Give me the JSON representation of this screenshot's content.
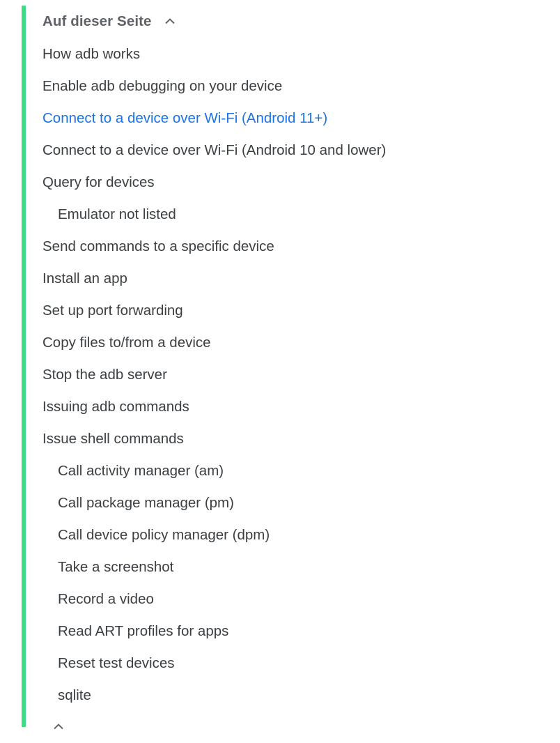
{
  "toc": {
    "header": {
      "title": "Auf dieser Seite",
      "collapse_icon": "chevron-up-icon"
    },
    "accent_color": "#3ddc84",
    "link_color": "#1a73e8",
    "text_color": "#3c4043",
    "header_color": "#5f6368",
    "items": [
      {
        "label": "How adb works",
        "level": 1,
        "active": false
      },
      {
        "label": "Enable adb debugging on your device",
        "level": 1,
        "active": false
      },
      {
        "label": "Connect to a device over Wi-Fi (Android 11+)",
        "level": 1,
        "active": true
      },
      {
        "label": "Connect to a device over Wi-Fi (Android 10 and lower)",
        "level": 1,
        "active": false
      },
      {
        "label": "Query for devices",
        "level": 1,
        "active": false
      },
      {
        "label": "Emulator not listed",
        "level": 2,
        "active": false
      },
      {
        "label": "Send commands to a specific device",
        "level": 1,
        "active": false
      },
      {
        "label": "Install an app",
        "level": 1,
        "active": false
      },
      {
        "label": "Set up port forwarding",
        "level": 1,
        "active": false
      },
      {
        "label": "Copy files to/from a device",
        "level": 1,
        "active": false
      },
      {
        "label": "Stop the adb server",
        "level": 1,
        "active": false
      },
      {
        "label": "Issuing adb commands",
        "level": 1,
        "active": false
      },
      {
        "label": "Issue shell commands",
        "level": 1,
        "active": false
      },
      {
        "label": "Call activity manager (am)",
        "level": 2,
        "active": false
      },
      {
        "label": "Call package manager (pm)",
        "level": 2,
        "active": false
      },
      {
        "label": "Call device policy manager (dpm)",
        "level": 2,
        "active": false
      },
      {
        "label": "Take a screenshot",
        "level": 2,
        "active": false
      },
      {
        "label": "Record a video",
        "level": 2,
        "active": false
      },
      {
        "label": "Read ART profiles for apps",
        "level": 2,
        "active": false
      },
      {
        "label": "Reset test devices",
        "level": 2,
        "active": false
      },
      {
        "label": "sqlite",
        "level": 2,
        "active": false
      }
    ],
    "footer": {
      "collapse_icon": "chevron-up-icon"
    }
  }
}
